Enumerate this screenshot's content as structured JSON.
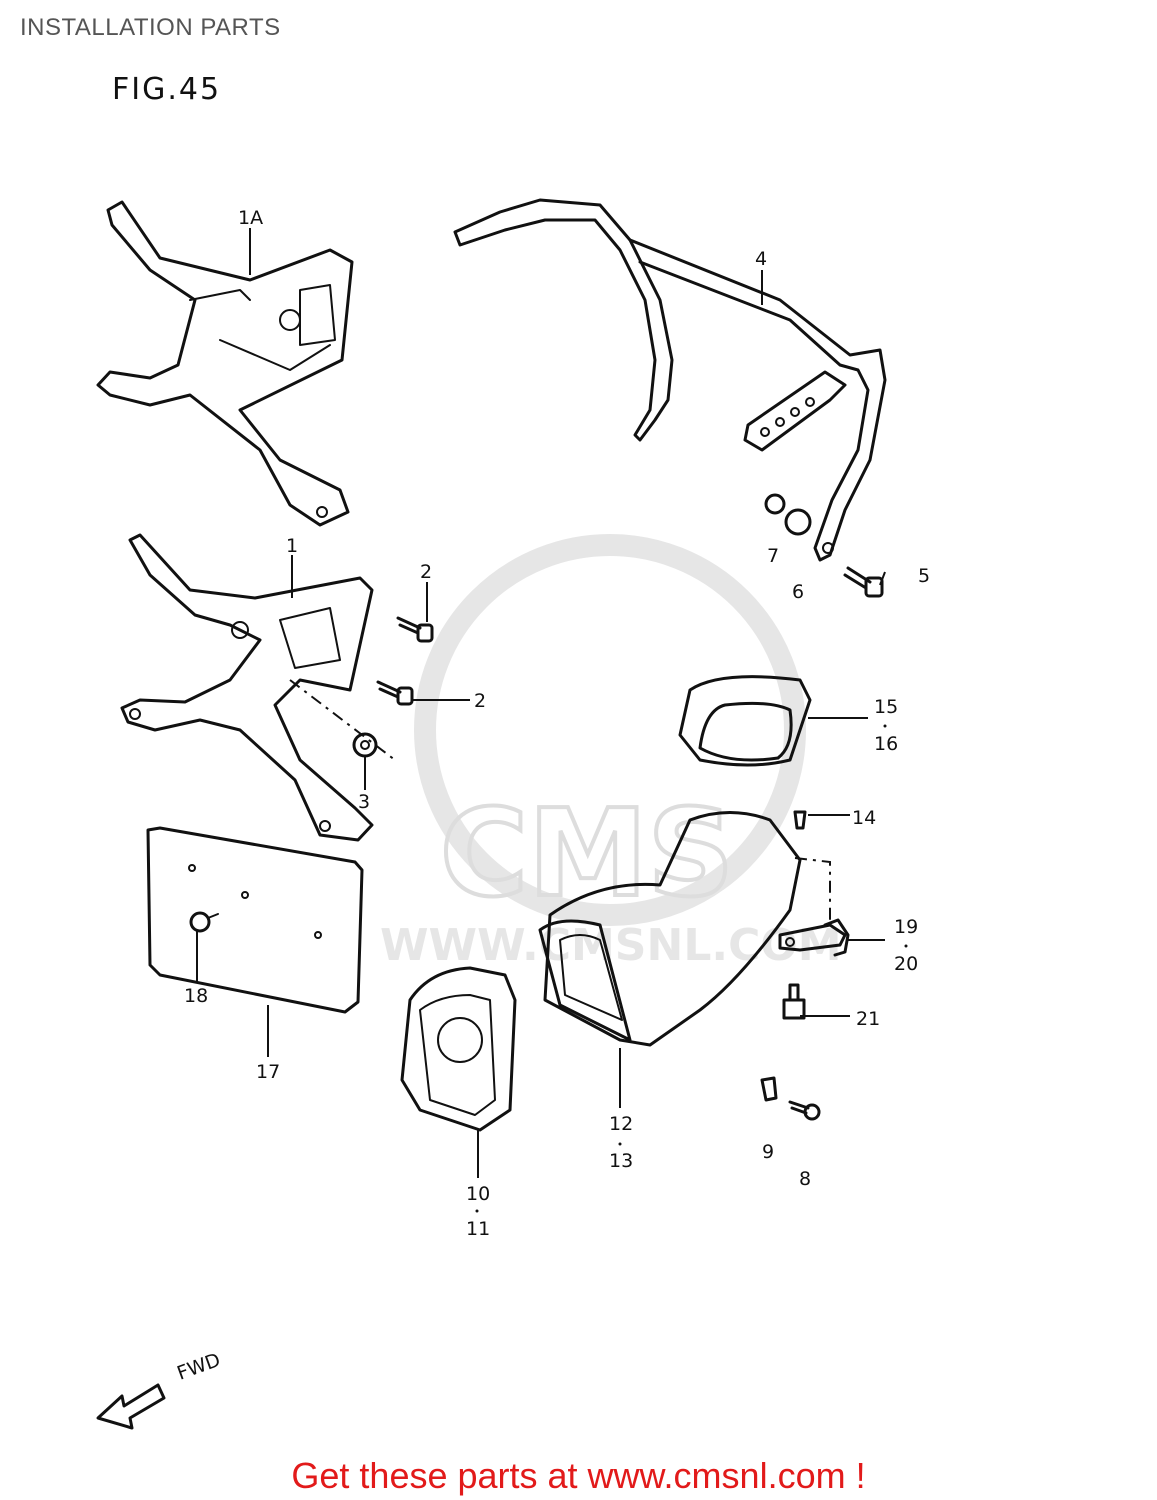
{
  "page": {
    "title": "INSTALLATION PARTS",
    "figure": "FIG.45",
    "footer": "Get these parts at www.cmsnl.com !"
  },
  "watermark": {
    "main": "CMS",
    "sub": "WWW.CMSNL.COM"
  },
  "direction": {
    "label": "FWD"
  },
  "callouts": {
    "c1A": "1A",
    "c1": "1",
    "c2a": "2",
    "c2b": "2",
    "c3": "3",
    "c4": "4",
    "c5": "5",
    "c6": "6",
    "c7": "7",
    "c8": "8",
    "c9": "9",
    "c10": "10",
    "c11": "11",
    "c12": "12",
    "c13": "13",
    "c14": "14",
    "c15": "15",
    "c16": "16",
    "c17": "17",
    "c18": "18",
    "c19": "19",
    "c20": "20",
    "c21": "21"
  },
  "colors": {
    "line": "#111111",
    "footer": "#e21a1a",
    "watermark": "#dddddd",
    "title": "#555555"
  }
}
